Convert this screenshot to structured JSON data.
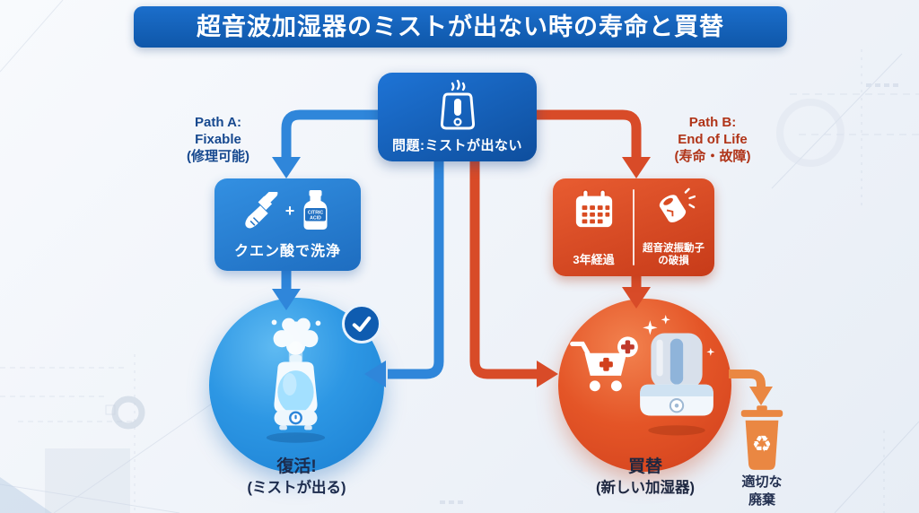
{
  "title": "超音波加湿器のミストが出ない時の寿命と買替",
  "problem_box": {
    "label": "問題:ミストが出ない",
    "icon": "humidifier-icon"
  },
  "path_a": {
    "heading": [
      "Path A:",
      "Fixable",
      "(修理可能)"
    ],
    "action_box": {
      "label": "クエン酸で洗浄",
      "plus": "+",
      "icons": [
        "brush-icon",
        "citric-acid-bottle-icon"
      ],
      "bottle_text": [
        "CITRIC",
        "ACID"
      ]
    },
    "outcome": {
      "title": "復活!",
      "subtitle": "(ミストが出る)",
      "icons": [
        "misting-humidifier-icon",
        "check-badge-icon"
      ]
    }
  },
  "path_b": {
    "heading": [
      "Path B:",
      "End of Life",
      "(寿命・故障)"
    ],
    "cause_box": {
      "age": {
        "label": "3年経過",
        "icon": "calendar-icon"
      },
      "damage": {
        "label": [
          "超音波振動子",
          "の破損"
        ],
        "icon": "broken-transducer-icon"
      }
    },
    "outcome": {
      "title": "買替",
      "subtitle": "(新しい加湿器)",
      "icons": [
        "cart-plus-icon",
        "new-humidifier-icon",
        "sparkle-icon"
      ]
    },
    "disposal": {
      "label": [
        "適切な",
        "廃棄"
      ],
      "icon": "recycle-trash-icon"
    }
  },
  "colors": {
    "blue_primary": "#1565c0",
    "blue_arrow": "#2f86da",
    "orange_arrow": "#d84b28",
    "orange_box": "#e05529",
    "trash_orange": "#ea8742",
    "path_a_text": "#17498f",
    "path_b_text": "#b03418",
    "result_text": "#1c2b4d"
  }
}
